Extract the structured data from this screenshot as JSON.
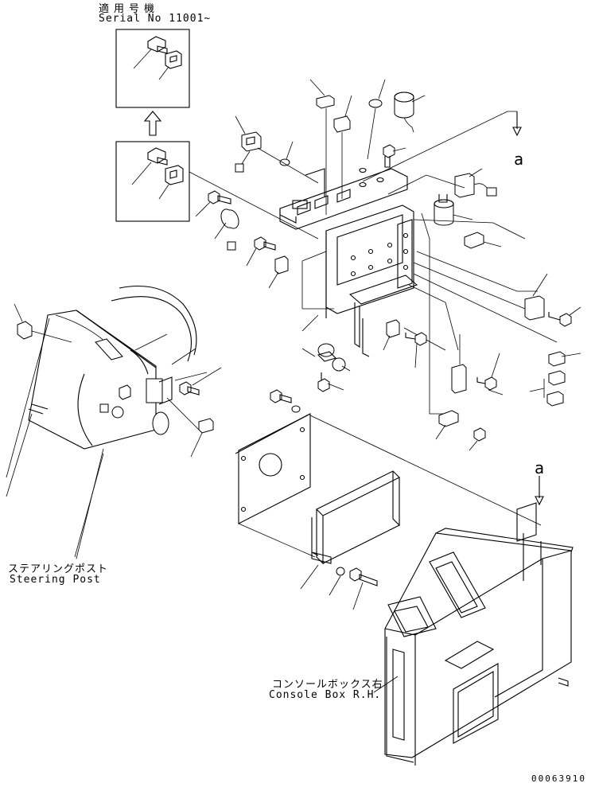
{
  "labels": {
    "applicable_jp": "適用号機",
    "serial": "Serial No 11001~",
    "steering_jp": "ステアリングポスト",
    "steering_en": "Steering Post",
    "console_jp": "コンソールボックス右",
    "console_en": "Console Box R.H.",
    "ref_a_top": "a",
    "ref_a_bottom": "a",
    "drawing_no": "00063910"
  }
}
